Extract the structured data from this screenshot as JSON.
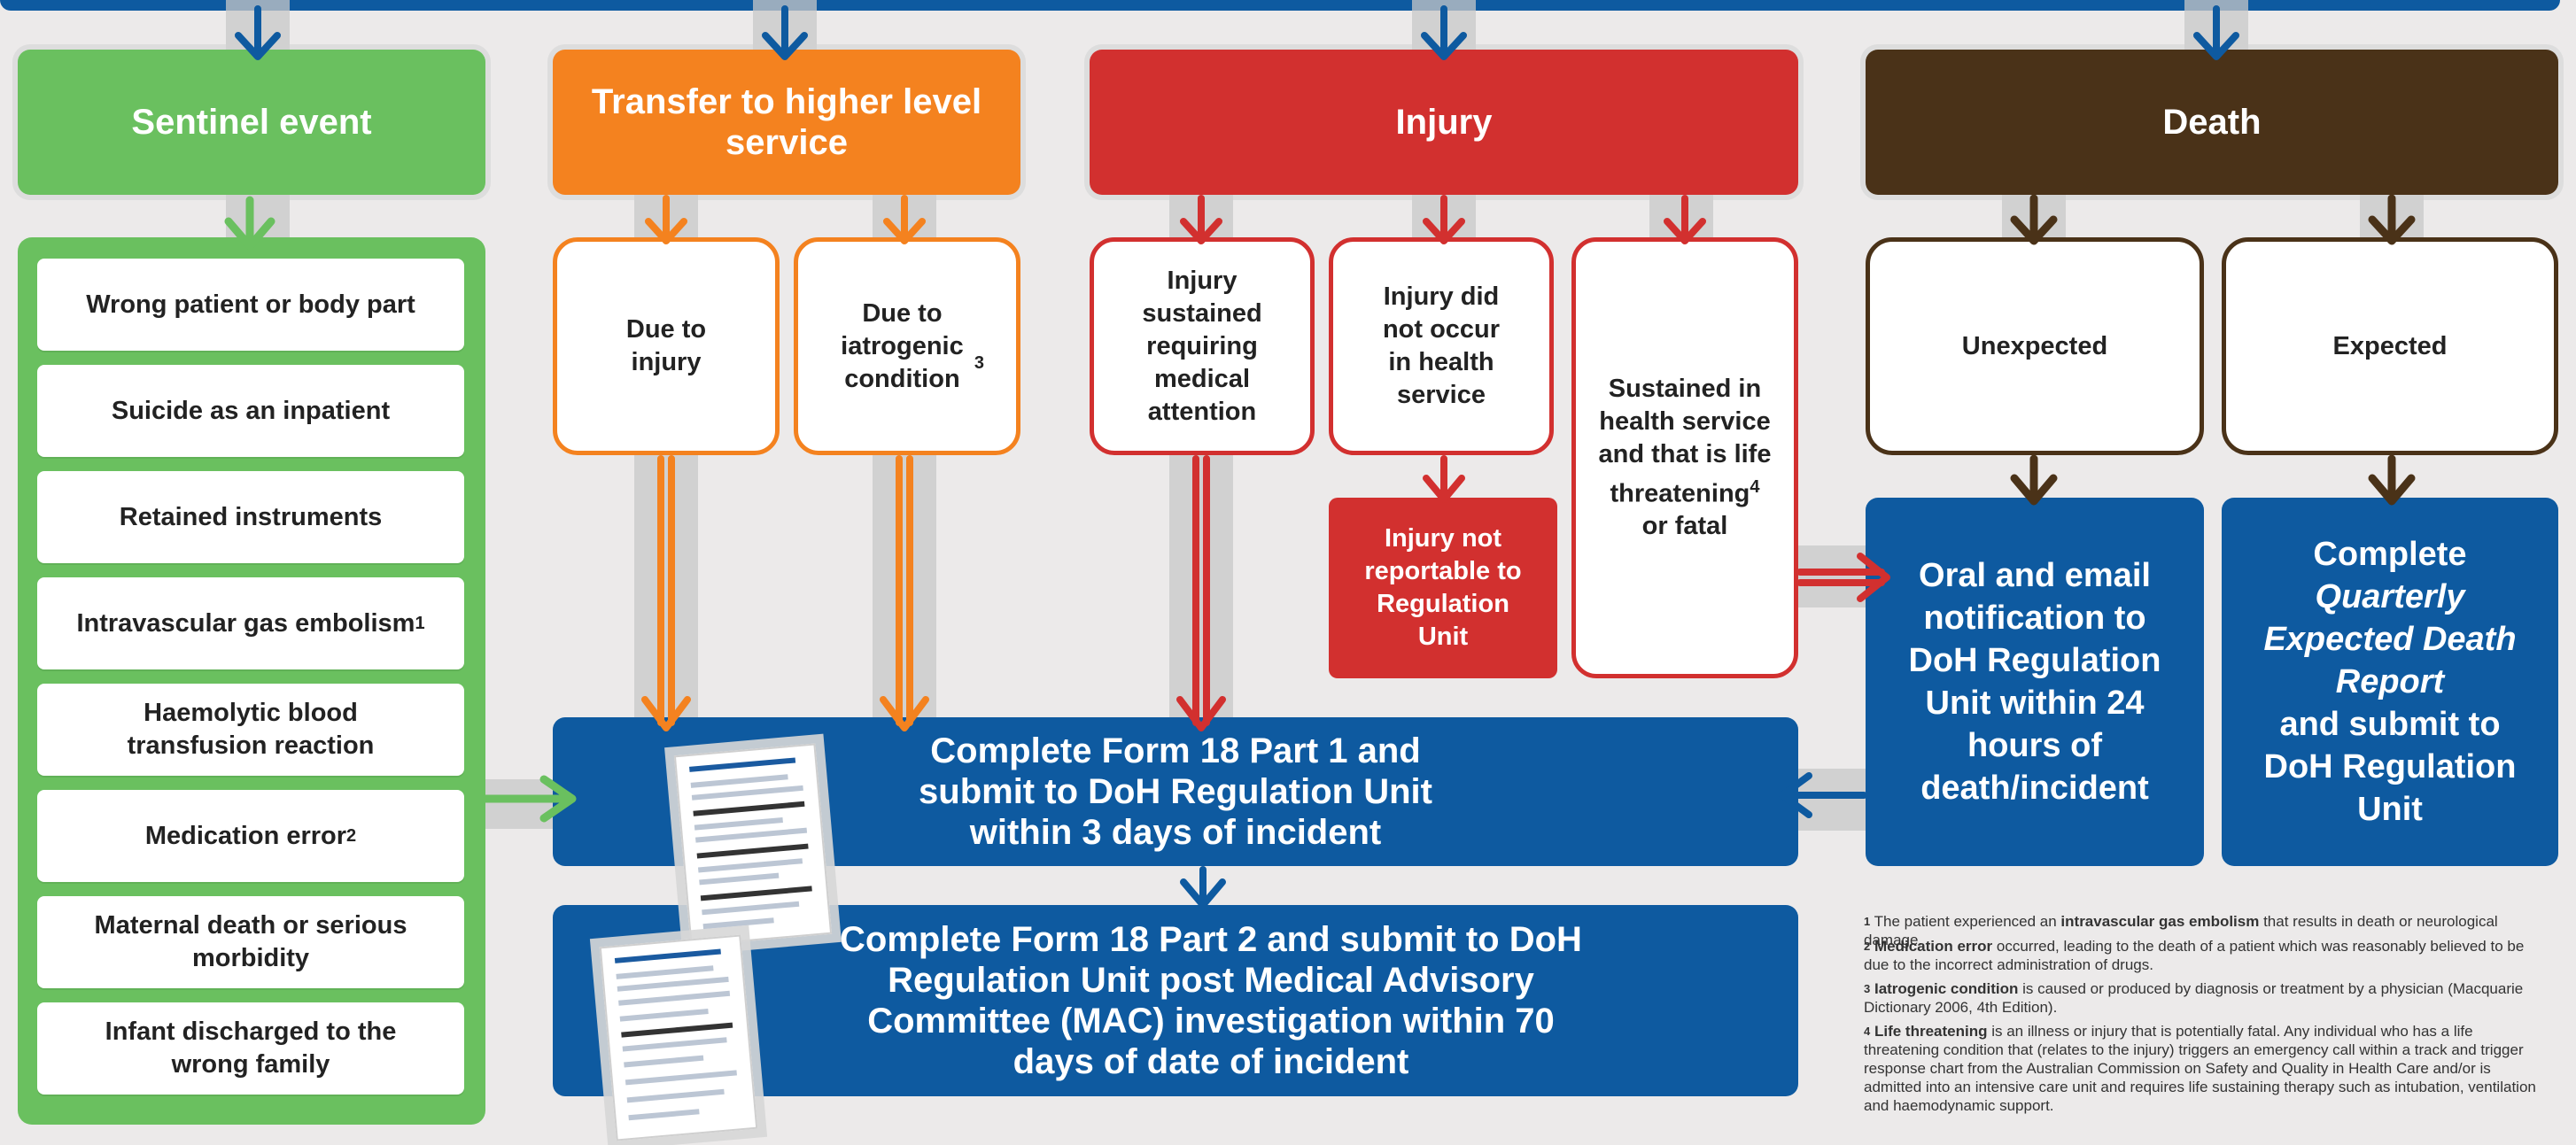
{
  "categories": {
    "sentinel": {
      "label": "Sentinel event",
      "color": "#6ac05f"
    },
    "transfer": {
      "label": "Transfer to higher level service",
      "color": "#f4821f"
    },
    "injury": {
      "label": "Injury",
      "color": "#d2302f"
    },
    "death": {
      "label": "Death",
      "color": "#4a3218"
    }
  },
  "sentinel_items": [
    {
      "label": "Wrong patient or body part",
      "sup": ""
    },
    {
      "label": "Suicide as an inpatient",
      "sup": ""
    },
    {
      "label": "Retained instruments",
      "sup": ""
    },
    {
      "label": "Intravascular gas embolism",
      "sup": "1"
    },
    {
      "label": "Haemolytic blood transfusion reaction",
      "sup": ""
    },
    {
      "label": "Medication error",
      "sup": "2"
    },
    {
      "label": "Maternal death or serious morbidity",
      "sup": ""
    },
    {
      "label": "Infant discharged to the wrong family",
      "sup": ""
    }
  ],
  "transfer_items": [
    {
      "label": "Due to injury",
      "sup": ""
    },
    {
      "label": "Due to iatrogenic condition",
      "sup": "3"
    }
  ],
  "injury_items": [
    {
      "label": "Injury sustained requiring medical attention"
    },
    {
      "label": "Injury did not occur in health service"
    },
    {
      "label": "Sustained in health service and that is life threatening",
      "sup": "4",
      "suffix": "or fatal"
    }
  ],
  "injury_not_reportable": "Injury not reportable to Regulation Unit",
  "death_items": [
    {
      "label": "Unexpected"
    },
    {
      "label": "Expected"
    }
  ],
  "death_actions": {
    "unexpected": "Oral and email notification to DoH Regulation Unit within 24 hours of death/incident",
    "expected": {
      "line1": "Complete",
      "italic": "Quarterly Expected Death Report",
      "rest": "and submit to DoH Regulation Unit"
    }
  },
  "form18_part1": "Complete Form 18 Part 1 and submit to DoH Regulation Unit within 3 days of incident",
  "form18_part2": "Complete Form 18 Part 2 and submit to DoH Regulation Unit post Medical Advisory Committee (MAC) investigation within 70 days of date of incident",
  "footnotes": [
    {
      "n": "1",
      "pre": "The patient experienced an ",
      "bold": "intravascular gas embolism",
      "post": " that results in death or neurological damage."
    },
    {
      "n": "2",
      "pre": "",
      "bold": "Medication error",
      "post": " occurred, leading to the death of a patient which was reasonably believed to be due to the incorrect administration of drugs."
    },
    {
      "n": "3",
      "pre": "",
      "bold": "Iatrogenic condition",
      "post": " is caused or produced by diagnosis or treatment by a physician (Macquarie Dictionary 2006, 4th Edition)."
    },
    {
      "n": "4",
      "pre": "",
      "bold": "Life threatening",
      "post": " is an illness or injury that is potentially fatal. Any individual who has a life threatening condition that (relates to the injury) triggers an emergency call within a track and trigger response chart from the Australian Commission on Safety and Quality in Health Care and/or is admitted into an intensive care unit and requires life sustaining therapy such as intubation, ventilation and haemodynamic support."
    }
  ]
}
